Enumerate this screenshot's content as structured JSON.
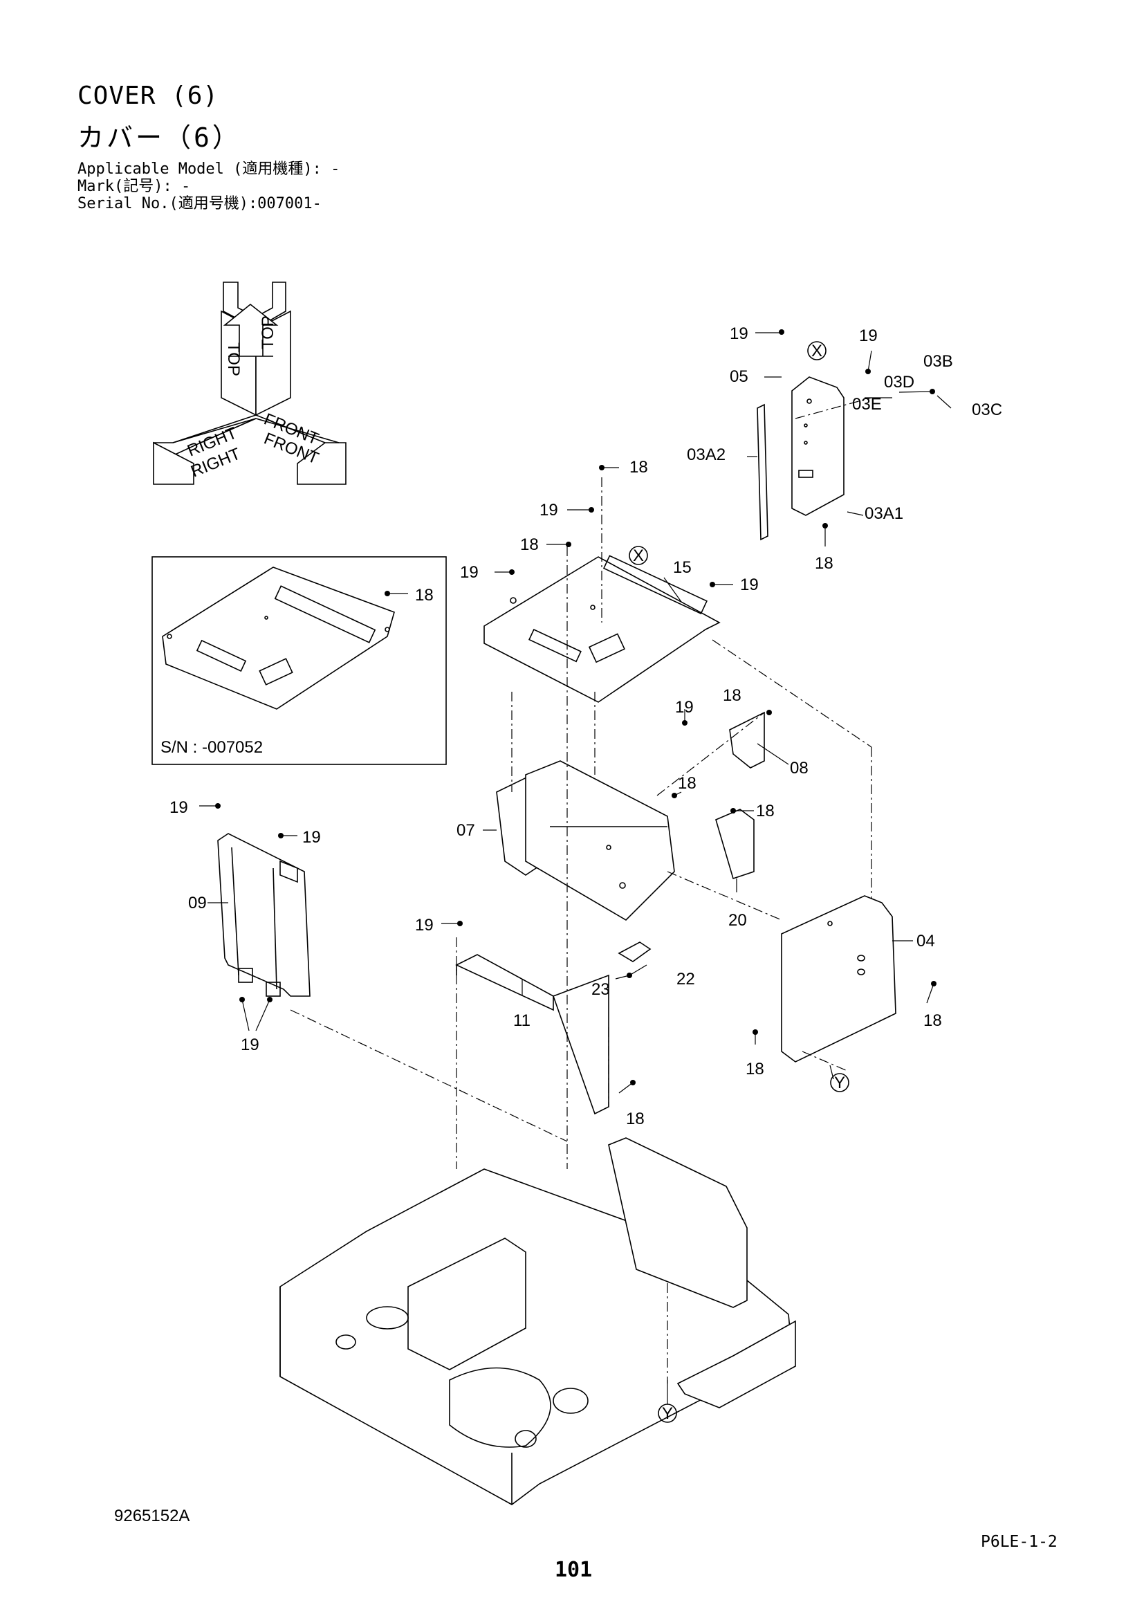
{
  "header": {
    "title_en": "COVER (6)",
    "title_jp": "カバー（6）",
    "applicable_model": "Applicable Model (適用機種): -",
    "mark": "Mark(記号): -",
    "serial_no": "Serial No.(適用号機):007001-"
  },
  "orientation": {
    "top": "TOP",
    "right": "RIGHT",
    "front": "FRONT"
  },
  "inset": {
    "sn_note": "S/N : -007052",
    "part_label": "18"
  },
  "callouts": {
    "p19": "19",
    "p18": "18",
    "p05": "05",
    "p03A2": "03A2",
    "p03A1": "03A1",
    "p03B": "03B",
    "p03C": "03C",
    "p03D": "03D",
    "p03E": "03E",
    "p15": "15",
    "p08": "08",
    "p07": "07",
    "p20": "20",
    "p04": "04",
    "p09": "09",
    "p11": "11",
    "p22": "22",
    "p23": "23"
  },
  "markers": {
    "x": "X",
    "y": "Y"
  },
  "footer": {
    "drawing_no": "9265152A",
    "page_ref": "P6LE-1-2",
    "page_number": "101"
  }
}
